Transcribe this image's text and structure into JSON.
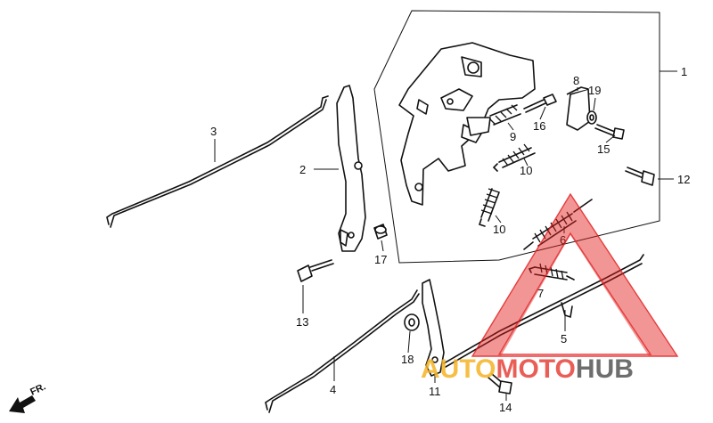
{
  "callouts": {
    "c1": "1",
    "c2": "2",
    "c3": "3",
    "c4": "4",
    "c5": "5",
    "c6": "6",
    "c7": "7",
    "c8": "8",
    "c9": "9",
    "c10a": "10",
    "c10b": "10",
    "c11": "11",
    "c12": "12",
    "c13": "13",
    "c14": "14",
    "c15": "15",
    "c16": "16",
    "c17": "17",
    "c18": "18",
    "c19": "19"
  },
  "direction_label": "FR.",
  "watermark": {
    "part1": "AUTO",
    "part2": "MOTO",
    "part3": "HUB",
    "color_auto": "#f5b324",
    "color_moto": "#e6443a",
    "color_hub": "#555555",
    "triangle_color": "#e11c1c"
  }
}
